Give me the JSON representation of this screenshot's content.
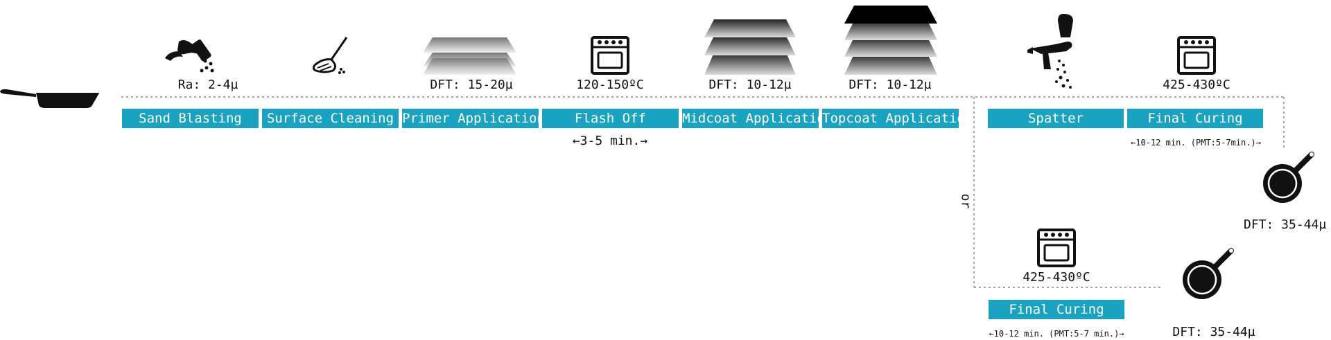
{
  "colors": {
    "step_bg": "#1aa3c1",
    "step_text": "#ffffff",
    "ink": "#111111",
    "dotted": "#888888"
  },
  "steps": [
    {
      "label": "Sand Blasting",
      "value": "Ra: 2-4µ",
      "icon": "sand-blasting-icon"
    },
    {
      "label": "Surface Cleaning",
      "value": "",
      "icon": "broom-icon"
    },
    {
      "label": "Primer Application",
      "value": "DFT: 15-20µ",
      "icon": "layers-icon"
    },
    {
      "label": "Flash Off",
      "value": "120-150ºC",
      "icon": "oven-icon",
      "below": "←3-5 min.→"
    },
    {
      "label": "Midcoat Application",
      "value": "DFT: 10-12µ",
      "icon": "layers-icon"
    },
    {
      "label": "Topcoat Application",
      "value": "DFT: 10-12µ",
      "icon": "layers-icon"
    }
  ],
  "branch_top": {
    "spatter": {
      "label": "Spatter",
      "icon": "spray-gun-icon"
    },
    "curing": {
      "label": "Final Curing",
      "value": "425-430ºC",
      "below": "←10-12 min. (PMT:5-7min.)→",
      "icon": "oven-icon"
    },
    "result": "DFT: 35-44µ"
  },
  "or_label": "or",
  "branch_bottom": {
    "curing": {
      "label": "Final Curing",
      "value": "425-430ºC",
      "below": "←10-12 min. (PMT:5-7 min.)→",
      "icon": "oven-icon"
    },
    "result": "DFT: 35-44µ"
  }
}
